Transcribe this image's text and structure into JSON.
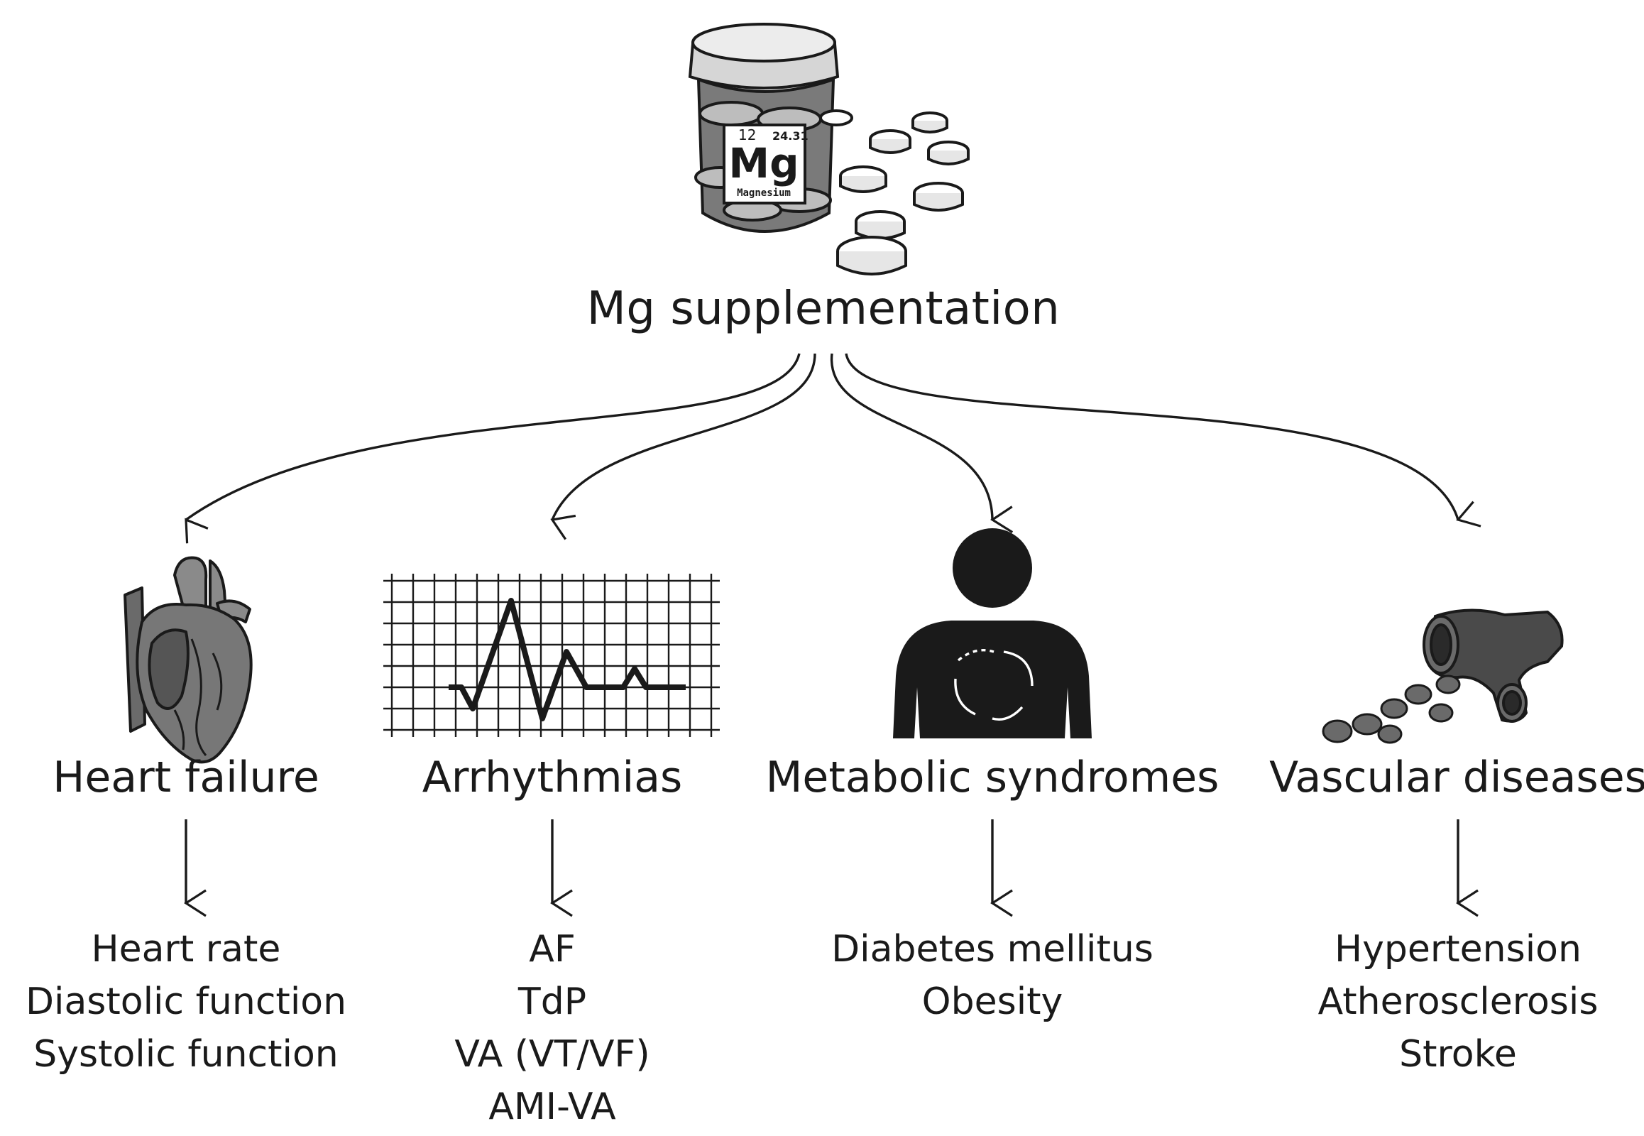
{
  "root": {
    "title": "Mg supplementation",
    "label": {
      "number": "12",
      "weight": "24.31",
      "symbol": "Mg",
      "name": "Magnesium"
    }
  },
  "categories": [
    {
      "title": "Heart failure",
      "outcomes": [
        "Heart rate",
        "Diastolic function",
        "Systolic function"
      ]
    },
    {
      "title": "Arrhythmias",
      "outcomes": [
        "AF",
        "TdP",
        "VA (VT/VF)",
        "AMI-VA"
      ]
    },
    {
      "title": "Metabolic syndromes",
      "outcomes": [
        "Diabetes mellitus",
        "Obesity"
      ]
    },
    {
      "title": "Vascular diseases",
      "outcomes": [
        "Hypertension",
        "Atherosclerosis",
        "Stroke"
      ]
    }
  ],
  "colors": {
    "ink": "#1a1a1a",
    "dark_fill": "#3a3a3a",
    "mid_fill": "#8a8a8a",
    "light_fill": "#d8d8d8"
  }
}
